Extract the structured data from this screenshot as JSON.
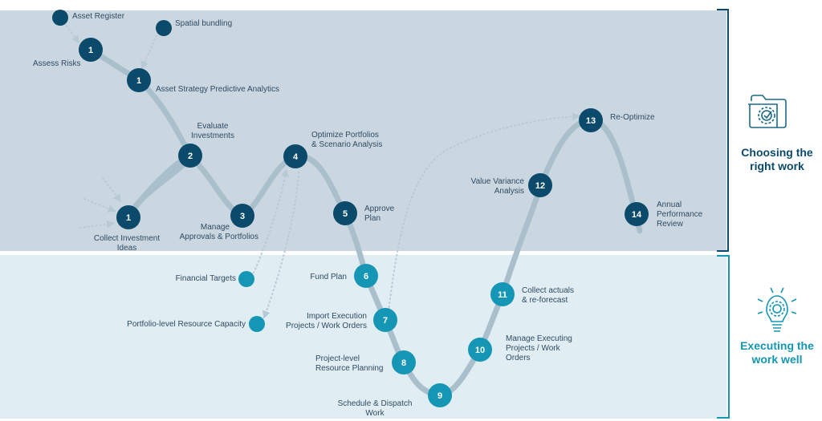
{
  "sections": {
    "top": {
      "title": "Choosing the right work",
      "icon": "folder-gear-check-icon",
      "color": "#0b4a6b"
    },
    "bottom": {
      "title": "Executing the work well",
      "icon": "lightbulb-gear-icon",
      "color": "#1596b4"
    }
  },
  "colors": {
    "top_node": "#0b4a6b",
    "bottom_node": "#1596b4",
    "path": "#a9bfcc",
    "top_band": "#cbd7e0",
    "bottom_band": "#e0edf3",
    "label": "#2f4b63"
  },
  "steps": [
    {
      "id": "assess-risks",
      "number": "1",
      "label": "Assess Risks"
    },
    {
      "id": "asset-strategy",
      "number": "1",
      "label": "Asset Strategy Predictive Analytics"
    },
    {
      "id": "collect-investment-ideas",
      "number": "1",
      "label": "Collect Investment Ideas"
    },
    {
      "id": "evaluate-investments",
      "number": "2",
      "label": "Evaluate Investments"
    },
    {
      "id": "manage-approvals",
      "number": "3",
      "label": "Manage Approvals & Portfolios"
    },
    {
      "id": "optimize-portfolios",
      "number": "4",
      "label": "Optimize Portfolios & Scenario Analysis"
    },
    {
      "id": "approve-plan",
      "number": "5",
      "label": "Approve Plan"
    },
    {
      "id": "fund-plan",
      "number": "6",
      "label": "Fund Plan"
    },
    {
      "id": "import-execution",
      "number": "7",
      "label": "Import Execution Projects / Work Orders"
    },
    {
      "id": "project-resource-planning",
      "number": "8",
      "label": "Project-level Resource Planning"
    },
    {
      "id": "schedule-dispatch",
      "number": "9",
      "label": "Schedule & Dispatch Work"
    },
    {
      "id": "manage-executing",
      "number": "10",
      "label": "Manage Executing Projects / Work Orders"
    },
    {
      "id": "collect-actuals",
      "number": "11",
      "label": "Collect actuals & re-forecast"
    },
    {
      "id": "value-variance",
      "number": "12",
      "label": "Value Variance Analysis"
    },
    {
      "id": "re-optimize",
      "number": "13",
      "label": "Re-Optimize"
    },
    {
      "id": "annual-review",
      "number": "14",
      "label": "Annual Performance Review"
    }
  ],
  "inputs": [
    {
      "id": "asset-register",
      "label": "Asset Register"
    },
    {
      "id": "spatial-bundling",
      "label": "Spatial bundling"
    },
    {
      "id": "financial-targets",
      "label": "Financial Targets"
    },
    {
      "id": "portfolio-resource-capacity",
      "label": "Portfolio-level Resource Capacity"
    }
  ],
  "label_lines": {
    "assess_risks": [
      "Assess Risks"
    ],
    "asset_strategy": [
      "Asset Strategy Predictive Analytics"
    ],
    "collect_ideas": [
      "Collect Investment",
      "Ideas"
    ],
    "evaluate": [
      "Evaluate",
      "Investments"
    ],
    "manage_approvals": [
      "Manage",
      "Approvals & Portfolios"
    ],
    "optimize": [
      "Optimize Portfolios",
      "& Scenario Analysis"
    ],
    "approve": [
      "Approve",
      "Plan"
    ],
    "fund": [
      "Fund Plan"
    ],
    "import_exec": [
      "Import Execution",
      "Projects / Work Orders"
    ],
    "project_planning": [
      "Project-level",
      "Resource Planning"
    ],
    "schedule": [
      "Schedule & Dispatch",
      "Work"
    ],
    "manage_exec": [
      "Manage Executing",
      "Projects / Work",
      "Orders"
    ],
    "collect_actuals": [
      "Collect actuals",
      "& re-forecast"
    ],
    "value_variance": [
      "Value Variance",
      "Analysis"
    ],
    "reoptimize": [
      "Re-Optimize"
    ],
    "annual": [
      "Annual",
      "Performance",
      "Review"
    ],
    "side_top": [
      "Choosing the",
      "right work"
    ],
    "side_bottom": [
      "Executing the",
      "work well"
    ]
  }
}
